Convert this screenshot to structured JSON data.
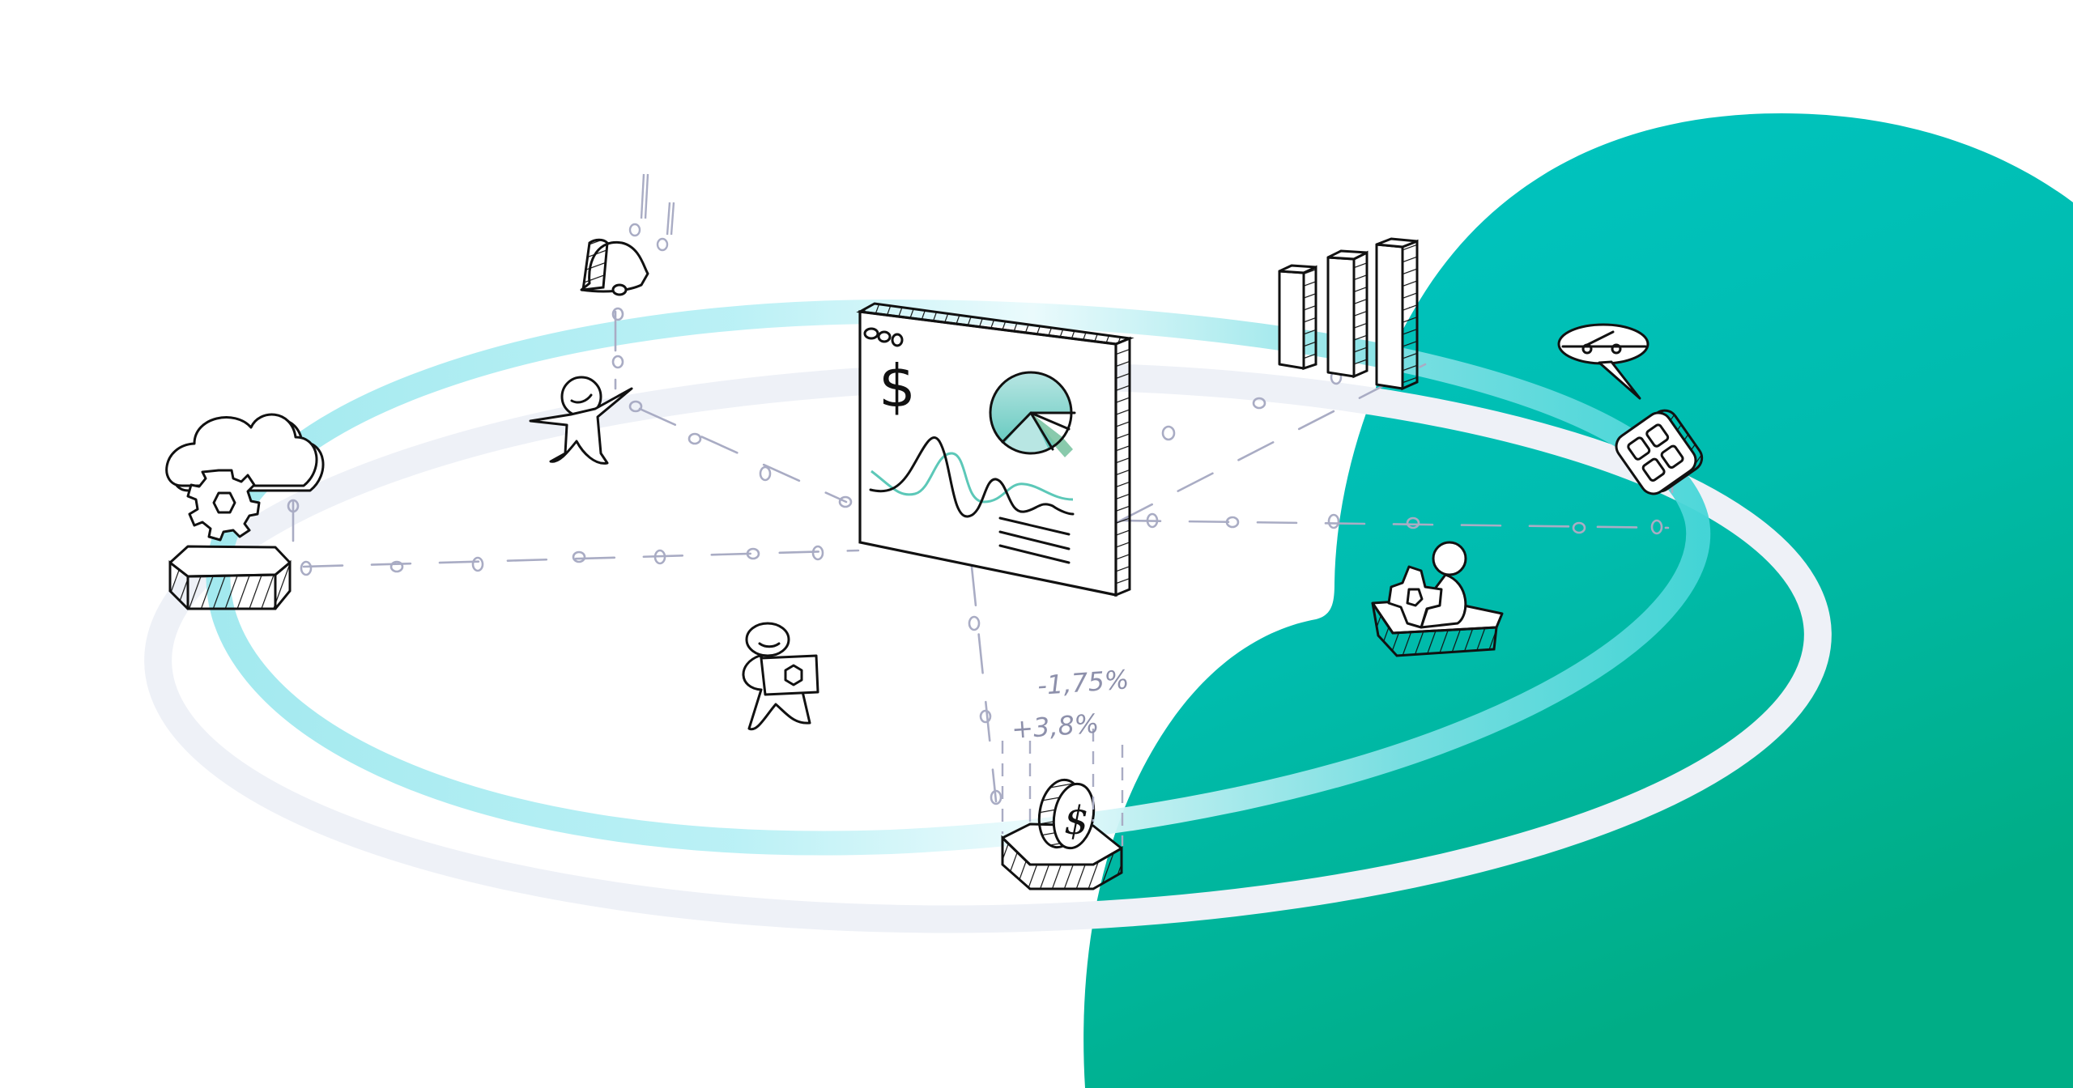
{
  "illustration": {
    "theme": "fintech-data-network",
    "colors": {
      "blob_top": "#00c6c4",
      "blob_bottom": "#00b08a",
      "ring_cyan": "#9eeaf0",
      "ring_pale": "#eef1f7",
      "ink": "#111111",
      "connector": "#a9acc4",
      "chart_teal": "#5fcbbf",
      "chart_teal_light": "#b8e6e3",
      "chart_green": "#7cc4a3",
      "line_teal": "#5cc8b8",
      "background": "#ffffff"
    },
    "dashboard": {
      "currency_symbol": "$",
      "window_dots": [
        "o",
        "o",
        "o"
      ]
    },
    "coin": {
      "currency_symbol": "$"
    },
    "annotations": {
      "change_negative": "-1,75%",
      "change_positive": "+3,8%"
    },
    "elements": [
      {
        "name": "cloud-gear-icon",
        "label": "cloud with gear"
      },
      {
        "name": "bell-icon",
        "label": "notification bell"
      },
      {
        "name": "person-waving",
        "label": "person"
      },
      {
        "name": "dashboard-window",
        "label": "dashboard with $ and charts"
      },
      {
        "name": "bar-chart-icon",
        "label": "3D bar columns"
      },
      {
        "name": "chat-bubble-icon",
        "label": "speech bubble"
      },
      {
        "name": "app-grid-icon",
        "label": "app grid tile"
      },
      {
        "name": "person-with-gear",
        "label": "person fixing gear"
      },
      {
        "name": "person-with-laptop",
        "label": "person with laptop"
      },
      {
        "name": "coin-icon",
        "label": "dollar coin on platform"
      }
    ]
  }
}
